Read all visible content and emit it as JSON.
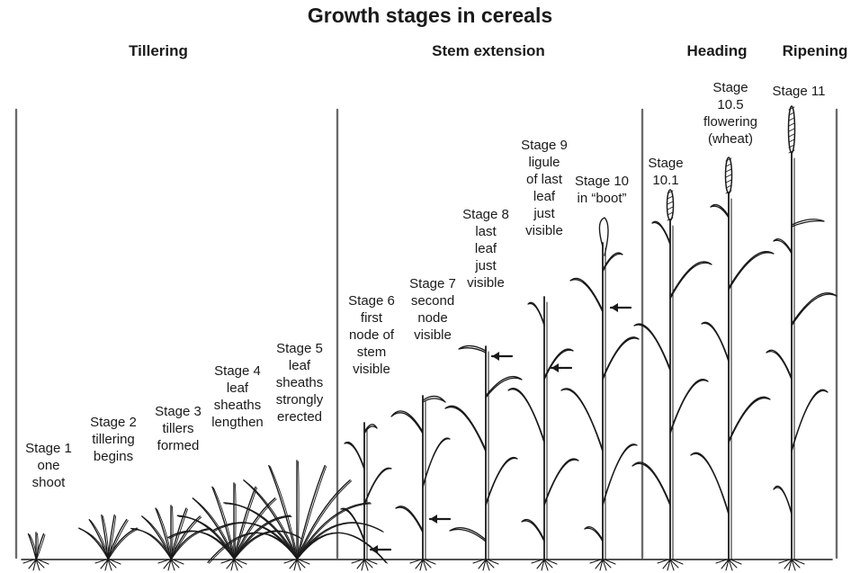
{
  "title": "Growth stages in cereals",
  "phases": [
    {
      "id": "tillering",
      "label": "Tillering"
    },
    {
      "id": "stem-extension",
      "label": "Stem extension"
    },
    {
      "id": "heading",
      "label": "Heading"
    },
    {
      "id": "ripening",
      "label": "Ripening"
    }
  ],
  "stages": [
    {
      "id": "stage-1",
      "lines": [
        "Stage 1",
        "one",
        "shoot"
      ]
    },
    {
      "id": "stage-2",
      "lines": [
        "Stage 2",
        "tillering",
        "begins"
      ]
    },
    {
      "id": "stage-3",
      "lines": [
        "Stage 3",
        "tillers",
        "formed"
      ]
    },
    {
      "id": "stage-4",
      "lines": [
        "Stage 4",
        "leaf",
        "sheaths",
        "lengthen"
      ]
    },
    {
      "id": "stage-5",
      "lines": [
        "Stage 5",
        "leaf",
        "sheaths",
        "strongly",
        "erected"
      ]
    },
    {
      "id": "stage-6",
      "lines": [
        "Stage 6",
        "first",
        "node of",
        "stem",
        "visible"
      ]
    },
    {
      "id": "stage-7",
      "lines": [
        "Stage 7",
        "second",
        "node",
        "visible"
      ]
    },
    {
      "id": "stage-8",
      "lines": [
        "Stage 8",
        "last",
        "leaf",
        "just",
        "visible"
      ]
    },
    {
      "id": "stage-9",
      "lines": [
        "Stage 9",
        "ligule",
        "of last",
        "leaf",
        "just",
        "visible"
      ]
    },
    {
      "id": "stage-10",
      "lines": [
        "Stage 10",
        "in “boot”"
      ]
    },
    {
      "id": "stage-10-1",
      "lines": [
        "Stage",
        "10.1"
      ]
    },
    {
      "id": "stage-10-5",
      "lines": [
        "Stage",
        "10.5",
        "flowering",
        "(wheat)"
      ]
    },
    {
      "id": "stage-11",
      "lines": [
        "Stage 11"
      ]
    }
  ],
  "colors": {
    "ink": "#1a1a1a",
    "divider": "#6b6b6b"
  }
}
